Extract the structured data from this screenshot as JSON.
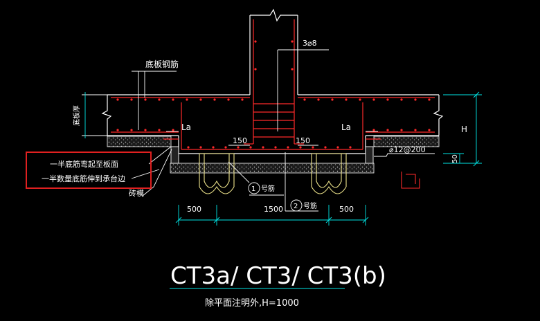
{
  "colors": {
    "background": "#000000",
    "outline": "#ffffff",
    "rebar": "#ff2a2a",
    "leader": "#ffffff",
    "dimension": "#00e6e6",
    "pile": "#f0e68c",
    "highlight_box": "#e02020",
    "concrete": "#9a9a9a"
  },
  "labels": {
    "slab_rebar": "底板钢筋",
    "slab_thickness": "底板厚",
    "column_bars": "3⌀8",
    "la_left": "La",
    "la_right": "La",
    "cover_left": "150",
    "cover_right": "150",
    "height": "H",
    "stirrup": "⌀12@200",
    "dim_50": "50",
    "note_line1": "一半底筋弯起至板面",
    "note_line2": "一半数量底筋伸到承台边",
    "brick_mold": "砖模",
    "bar1_num": "1",
    "bar1_suffix": "号筋",
    "bar2_num": "2",
    "bar2_suffix": "号筋",
    "dim_left": "500",
    "dim_mid": "1500",
    "dim_right": "500",
    "title": "CT3a/ CT3/ CT3(b)",
    "subtitle": "除平面注明外,H=1000"
  }
}
